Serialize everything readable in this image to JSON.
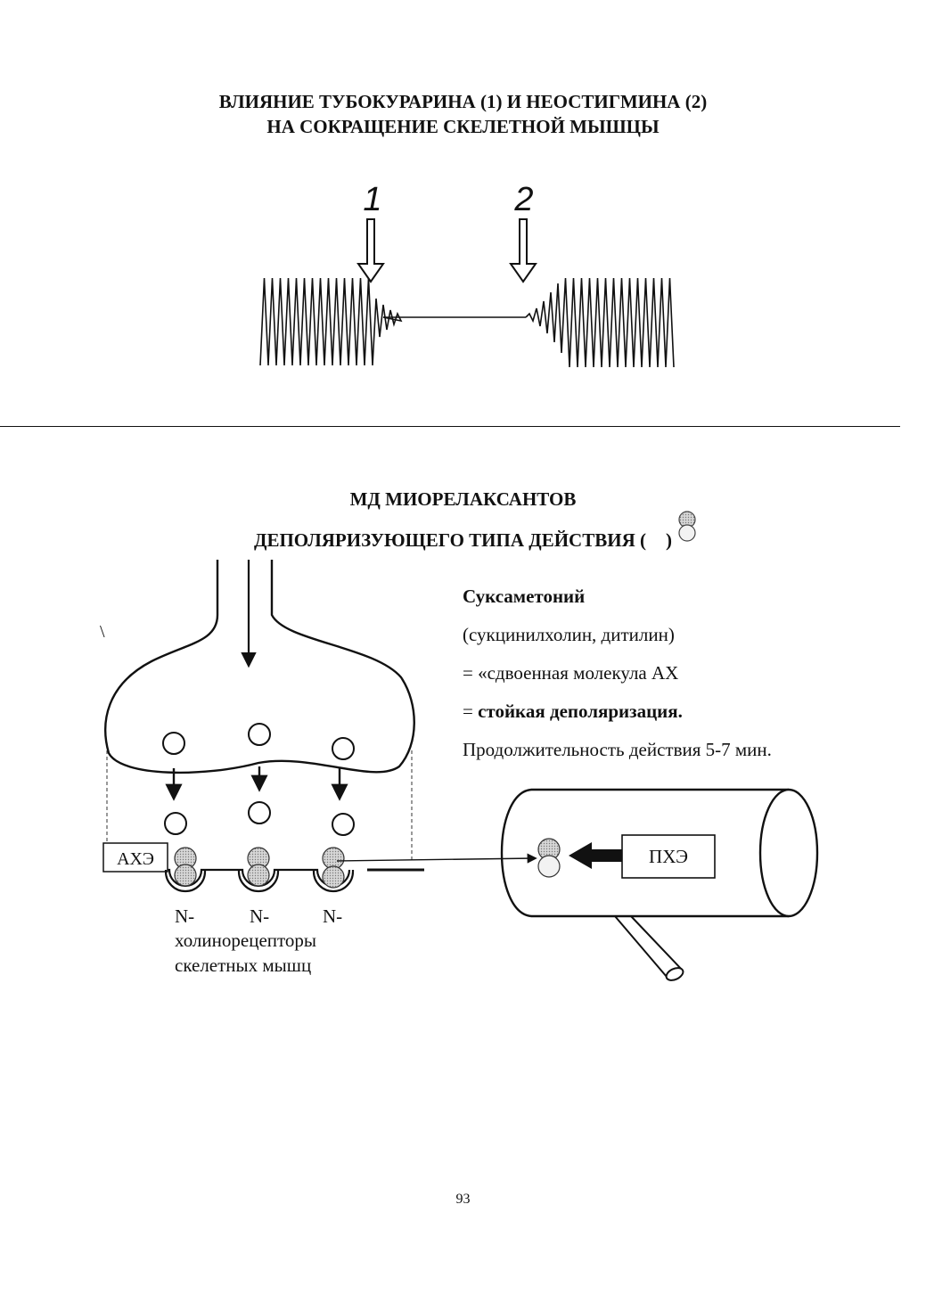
{
  "title_top": {
    "line1": "ВЛИЯНИЕ ТУБОКУРАРИНА (1) И НЕОСТИГМИНА (2)",
    "line2": "НА СОКРАЩЕНИЕ СКЕЛЕТНОЙ МЫШЦЫ"
  },
  "contraction_chart": {
    "marker1": "1",
    "marker2": "2"
  },
  "title_bottom": {
    "line1": "МД  МИОРЕЛАКСАНТОВ",
    "line2_before": "ДЕПОЛЯРИЗУЮЩЕГО ТИПА ДЕЙСТВИЯ (",
    "line2_after": ")"
  },
  "drug_info": {
    "name": "Суксаметоний",
    "synonyms": "(сукцинилхолин, дитилин)",
    "line3": "= «сдвоенная молекула АХ",
    "line4": "= стойкая деполяризация.",
    "line5": "Продолжительность действия 5-7 мин."
  },
  "synapse": {
    "stray_mark": "\\",
    "ache_label": "АХЭ",
    "pche_label": "ПХЭ",
    "receptor_label_1": "N-",
    "receptor_label_2": "N-",
    "receptor_label_3": "N-",
    "receptor_caption_line1": "холинорецепторы",
    "receptor_caption_line2": "скелетных мышц"
  },
  "page_number": "93"
}
